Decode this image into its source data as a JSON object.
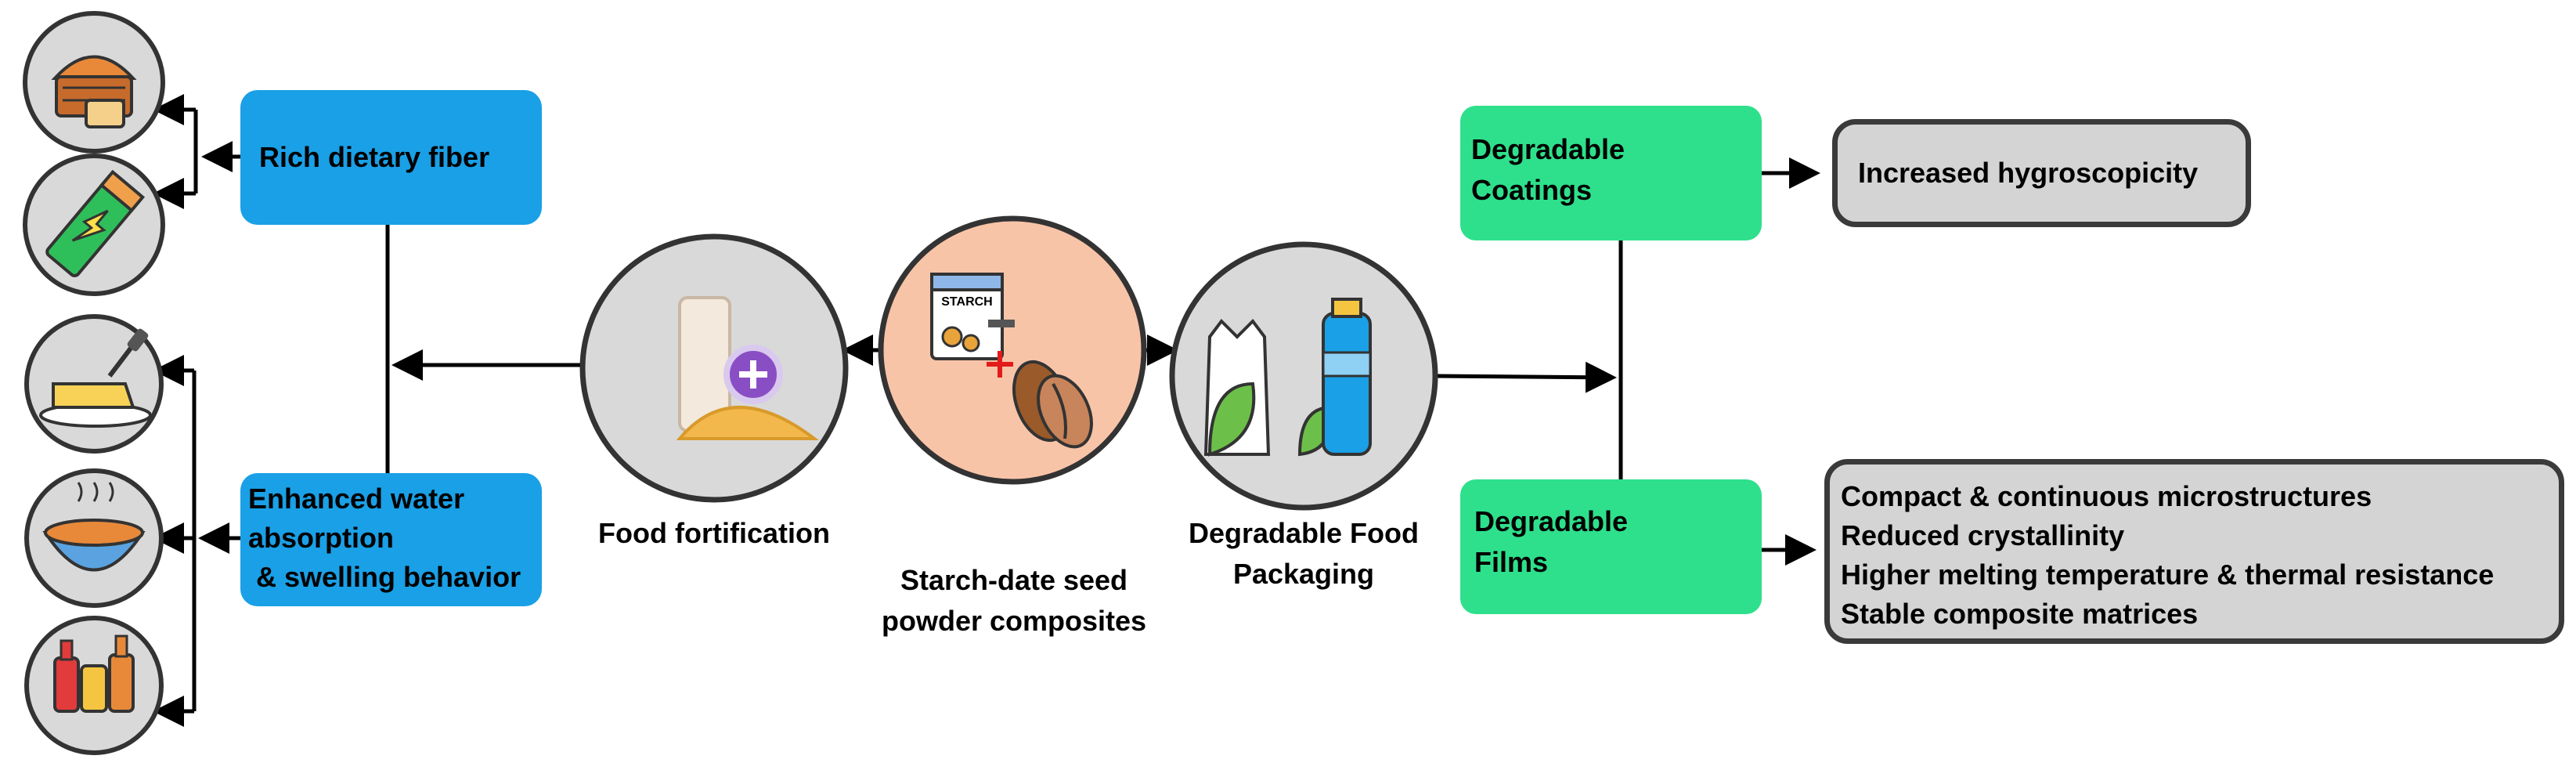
{
  "center": {
    "label_line1": "Starch-date seed",
    "label_line2": "powder composites",
    "starch_tag": "STARCH"
  },
  "food_fortification": {
    "label": "Food fortification"
  },
  "packaging": {
    "label_line1": "Degradable Food",
    "label_line2": "Packaging"
  },
  "left_boxes": {
    "fiber": "Rich dietary fiber",
    "water_line1": "Enhanced water",
    "water_line2": "absorption",
    "water_line3": " & swelling behavior"
  },
  "right_boxes": {
    "coatings_line1": "Degradable",
    "coatings_line2": "Coatings",
    "films_line1": "Degradable",
    "films_line2": "Films"
  },
  "outcomes": {
    "coatings": "Increased hygroscopicity",
    "films": [
      "Compact & continuous microstructures",
      "Reduced crystallinity",
      "Higher melting temperature & thermal resistance",
      "Stable composite matrices"
    ]
  },
  "colors": {
    "blue_box": "#1aa0e6",
    "green_box": "#2ee08c",
    "gray_box": "#d4d4d4",
    "peach_circle": "#f8c4a8",
    "gray_circle": "#d9d9d9"
  },
  "icons": [
    "bread-basket-icon",
    "energy-bar-icon",
    "butter-icon",
    "soup-bowl-icon",
    "sauce-bottles-icon",
    "flask-powder-icon",
    "starch-package-icon",
    "date-seed-icon",
    "bag-leaf-bottle-icon"
  ]
}
